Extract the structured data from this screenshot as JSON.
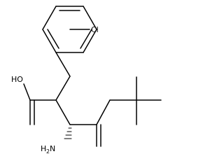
{
  "molecule": {
    "atom_labels": {
      "chlorine": "Cl",
      "hydroxyl": "HO",
      "amine": "H",
      "amine_subscript": "2",
      "amine_n": "N"
    },
    "stereo": {
      "amine_bond": "hashed-wedge"
    }
  }
}
